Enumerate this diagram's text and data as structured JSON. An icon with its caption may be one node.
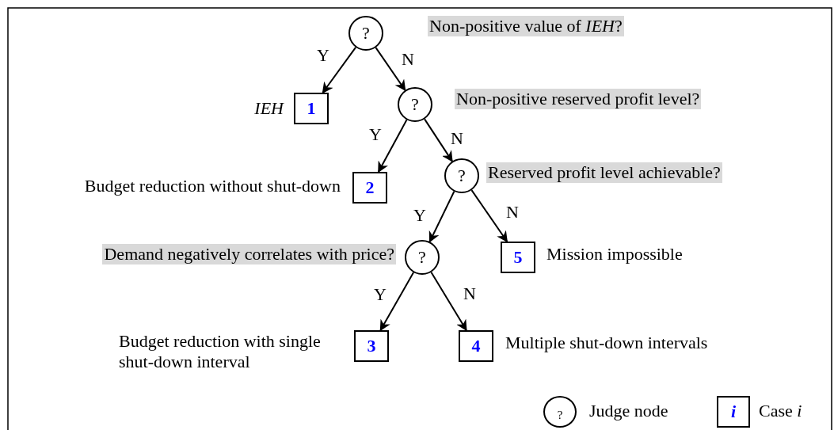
{
  "diagram": {
    "nodes": [
      {
        "text": [
          "?"
        ],
        "beside": [
          "Non-positive value of *IEH*?"
        ]
      },
      {
        "text": [
          "1"
        ],
        "beside": [
          "*IEH*"
        ]
      },
      {
        "text": [
          "?"
        ],
        "beside": [
          "Non-positive reserved profit level?"
        ]
      },
      {
        "text": [
          "2"
        ],
        "beside": [
          "Budget reduction without shut-down"
        ]
      },
      {
        "text": [
          "?"
        ],
        "beside": [
          "Reserved profit level achievable?"
        ]
      },
      {
        "text": [
          "?"
        ],
        "beside": [
          "Demand negatively correlates with price?"
        ]
      },
      {
        "text": [
          "5"
        ],
        "beside": [
          "Mission impossible"
        ]
      },
      {
        "text": [
          "3"
        ],
        "beside": [
          "Budget reduction with single shut-down interval"
        ]
      },
      {
        "text": [
          "4"
        ],
        "beside": [
          "Multiple shut-down intervals"
        ]
      }
    ],
    "edges": [
      {
        "from": 0,
        "to": 1,
        "arrow": "to",
        "label": "Y"
      },
      {
        "from": 0,
        "to": 2,
        "arrow": "to",
        "label": "N"
      },
      {
        "from": 2,
        "to": 3,
        "arrow": "to",
        "label": "Y"
      },
      {
        "from": 2,
        "to": 4,
        "arrow": "to",
        "label": "N"
      },
      {
        "from": 4,
        "to": 5,
        "arrow": "to",
        "label": "Y"
      },
      {
        "from": 4,
        "to": 6,
        "arrow": "to",
        "label": "N"
      },
      {
        "from": 5,
        "to": 7,
        "arrow": "to",
        "label": "Y"
      },
      {
        "from": 5,
        "to": 8,
        "arrow": "to",
        "label": "N"
      }
    ],
    "labels": [
      "?",
      "*i*"
    ],
    "legend": [
      {
        "text": "Judge node"
      },
      {
        "text": "Case *i*"
      }
    ]
  }
}
